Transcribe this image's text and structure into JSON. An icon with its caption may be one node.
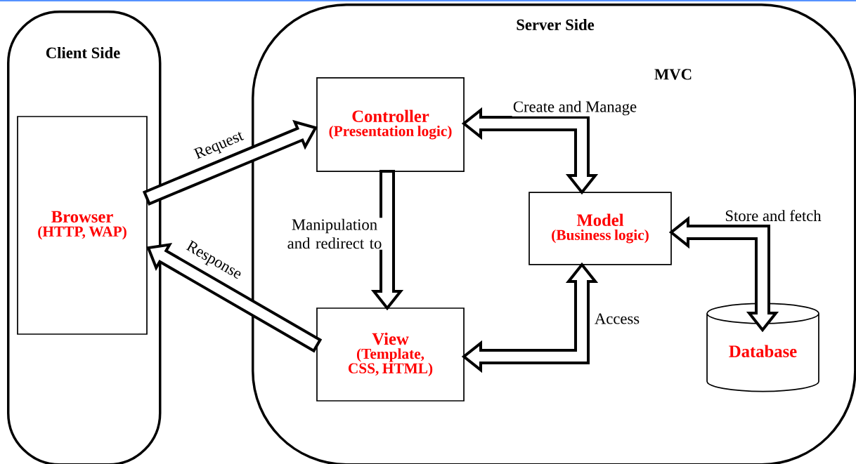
{
  "diagram": {
    "nodes": [
      {
        "text": [
          "Client Side"
        ]
      },
      {
        "text": [
          "Browser",
          "(HTTP, WAP)"
        ],
        "in": 0
      },
      {
        "text": [
          "Server Side"
        ]
      },
      {
        "text": [
          "Controller",
          "(Presentation logic)"
        ],
        "in": 2
      },
      {
        "text": [
          "View",
          "(Template, CSS, HTML)"
        ],
        "in": 2
      },
      {
        "text": [
          "Model",
          "(Business logic)"
        ],
        "in": 2
      },
      {
        "text": [
          "Database"
        ],
        "in": 2
      }
    ],
    "edges": [
      {
        "from": 1,
        "to": 3,
        "arrow": "to",
        "label": "Request"
      },
      {
        "from": 4,
        "to": 1,
        "arrow": "to",
        "label": "Response"
      },
      {
        "from": 3,
        "to": 4,
        "arrow": "to",
        "label": "Manipulation and redirect to"
      },
      {
        "from": 3,
        "to": 5,
        "arrow": "both",
        "label": "Create and Manage"
      },
      {
        "from": 5,
        "to": 4,
        "arrow": "both",
        "label": "Access"
      },
      {
        "from": 5,
        "to": 6,
        "arrow": "both",
        "label": "Store and fetch"
      }
    ],
    "labels": [
      "MVC"
    ]
  }
}
